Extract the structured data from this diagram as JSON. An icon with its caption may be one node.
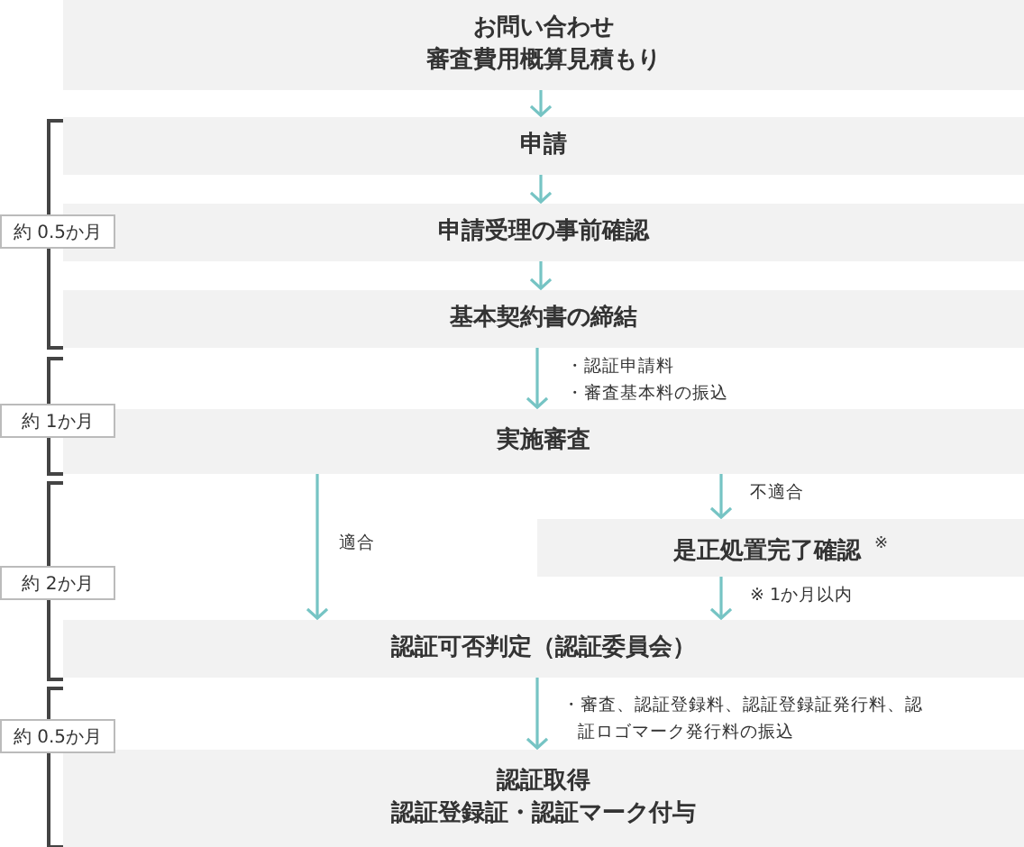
{
  "diagram": {
    "nodes": [
      {
        "text": [
          "お問い合わせ",
          "審査費用概算見積もり"
        ]
      },
      {
        "text": [
          "申請"
        ]
      },
      {
        "text": [
          "申請受理の事前確認"
        ]
      },
      {
        "text": [
          "基本契約書の締結"
        ]
      },
      {
        "text": [
          "実施審査"
        ]
      },
      {
        "text": [
          "是正処置完了確認 $^{※}$"
        ]
      },
      {
        "text": [
          "認証可否判定（認証委員会）"
        ]
      },
      {
        "text": [
          "認証取得",
          "認証登録証・認証マーク付与"
        ]
      }
    ],
    "edges": [
      {
        "from": 0,
        "to": 1,
        "arrow": "to"
      },
      {
        "from": 1,
        "to": 2,
        "arrow": "to"
      },
      {
        "from": 2,
        "to": 3,
        "arrow": "to"
      },
      {
        "from": 3,
        "to": 4,
        "arrow": "to",
        "label": "・認証申請料・審査基本料の振込"
      },
      {
        "from": 4,
        "to": 6,
        "arrow": "to",
        "label": "適合"
      },
      {
        "from": 4,
        "to": 5,
        "arrow": "to",
        "label": "不適合"
      },
      {
        "from": 5,
        "to": 6,
        "arrow": "to",
        "label": "※ 1か月以内"
      },
      {
        "from": 6,
        "to": 7,
        "arrow": "to",
        "label": "・審査、認証登録料、認証登録証発行料、認証ロゴマーク発行料の振込"
      }
    ],
    "labels": [
      "約 0.5か月",
      "約 1か月",
      "約 2か月",
      "約 0.5か月"
    ]
  }
}
